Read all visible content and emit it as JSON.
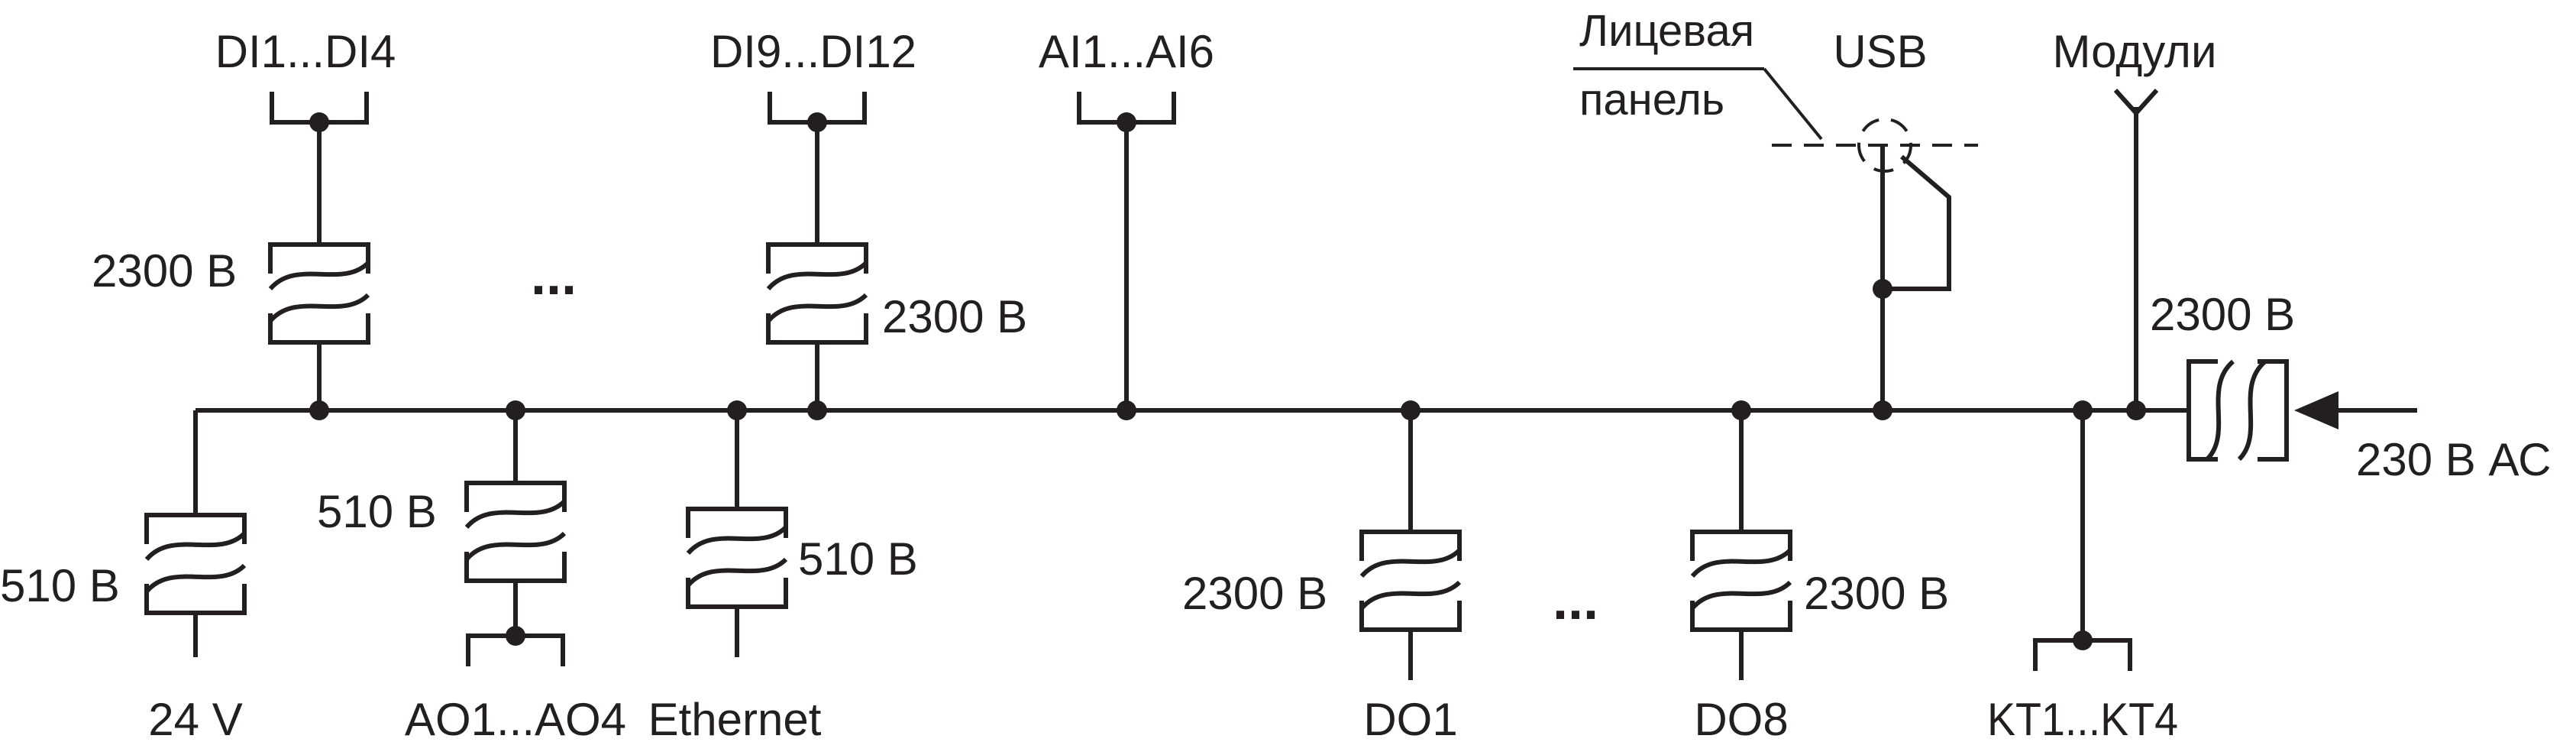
{
  "inputs_top": {
    "di1_di4": "DI1...DI4",
    "di9_di12": "DI9...DI12",
    "ai1_ai6": "AI1...AI6",
    "usb": "USB",
    "front_panel_line1": "Лицевая",
    "front_panel_line2": "панель",
    "modules": "Модули"
  },
  "ratings": {
    "di1_di4": "2300 В",
    "di9_di12": "2300 В",
    "power": "2300 В",
    "supply_24v": "510 В",
    "ao": "510 В",
    "ethernet": "510 В",
    "do1": "2300 В",
    "do8": "2300 В"
  },
  "ellipsis": {
    "top": "...",
    "bottom": "..."
  },
  "outputs_bottom": {
    "supply": "24 V",
    "ao": "AO1...AO4",
    "ethernet": "Ethernet",
    "do1": "DO1",
    "do8": "DO8",
    "kt": "KT1...KT4"
  },
  "power_input": "230 В АС"
}
